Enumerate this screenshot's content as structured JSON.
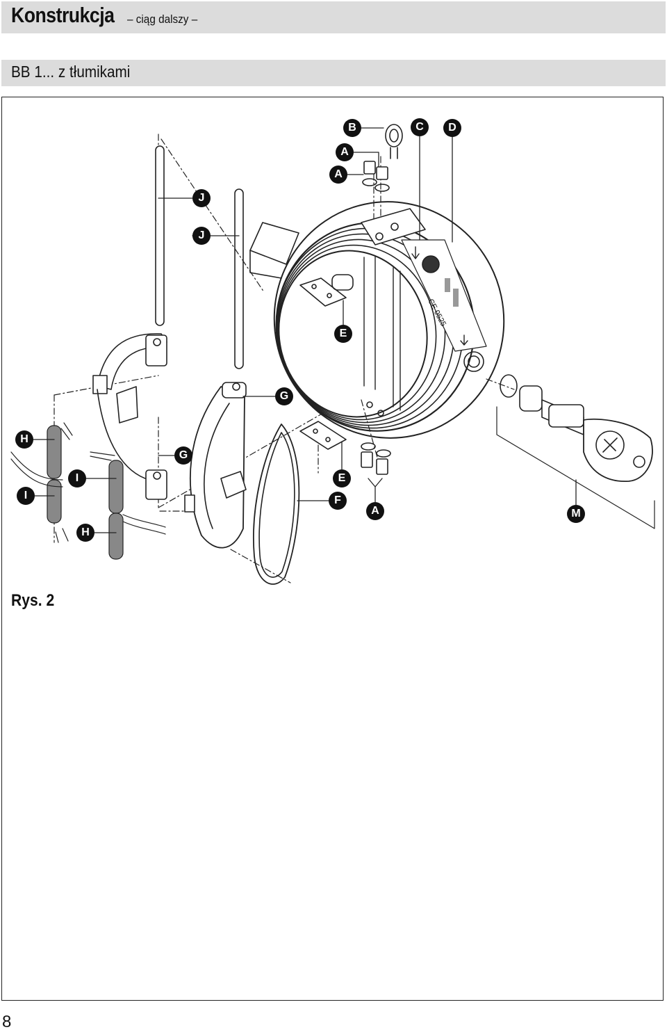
{
  "header": {
    "title": "Konstrukcja",
    "subtitle": "– ciąg dalszy –"
  },
  "section_title": "BB 1... z tłumikami",
  "figure": {
    "caption": "Rys. 2",
    "labels": [
      {
        "id": "B1",
        "text": "B"
      },
      {
        "id": "C1",
        "text": "C"
      },
      {
        "id": "D1",
        "text": "D"
      },
      {
        "id": "A1",
        "text": "A"
      },
      {
        "id": "A2",
        "text": "A"
      },
      {
        "id": "J1",
        "text": "J"
      },
      {
        "id": "J2",
        "text": "J"
      },
      {
        "id": "E1",
        "text": "E"
      },
      {
        "id": "G1",
        "text": "G"
      },
      {
        "id": "H1",
        "text": "H"
      },
      {
        "id": "G2",
        "text": "G"
      },
      {
        "id": "I1",
        "text": "I"
      },
      {
        "id": "E2",
        "text": "E"
      },
      {
        "id": "I2",
        "text": "I"
      },
      {
        "id": "F1",
        "text": "F"
      },
      {
        "id": "A3",
        "text": "A"
      },
      {
        "id": "M1",
        "text": "M"
      },
      {
        "id": "H2",
        "text": "H"
      }
    ],
    "plate_mark": "CE 0525"
  },
  "footer": {
    "page_number": "8"
  }
}
